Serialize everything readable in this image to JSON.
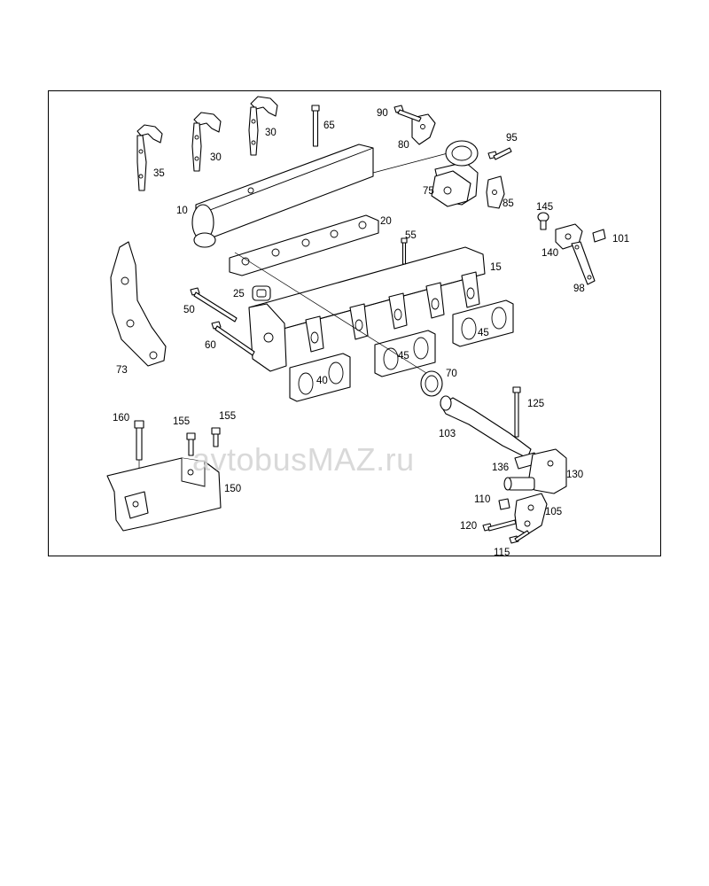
{
  "watermark": "avtobusMAZ.ru",
  "labels": {
    "p10": "10",
    "p15": "15",
    "p20": "20",
    "p25": "25",
    "p30a": "30",
    "p30b": "30",
    "p35": "35",
    "p40": "40",
    "p45a": "45",
    "p45b": "45",
    "p50": "50",
    "p55": "55",
    "p60": "60",
    "p65": "65",
    "p70": "70",
    "p73": "73",
    "p75": "75",
    "p80": "80",
    "p85": "85",
    "p90": "90",
    "p95": "95",
    "p98": "98",
    "p101": "101",
    "p103": "103",
    "p105": "105",
    "p110": "110",
    "p115": "115",
    "p120": "120",
    "p125": "125",
    "p130": "130",
    "p136": "136",
    "p140": "140",
    "p145": "145",
    "p150": "150",
    "p155a": "155",
    "p155b": "155",
    "p160": "160"
  }
}
